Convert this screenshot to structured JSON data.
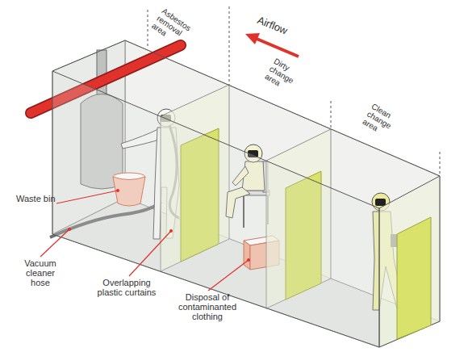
{
  "diagram": {
    "labels": [
      "Asbestos removal area",
      "Airflow",
      "Dirty change area",
      "Clean change area",
      "Waste bin",
      "Vacuum cleaner hose",
      "Overlapping plastic curtains",
      "Disposal of contaminanted clothing"
    ]
  }
}
